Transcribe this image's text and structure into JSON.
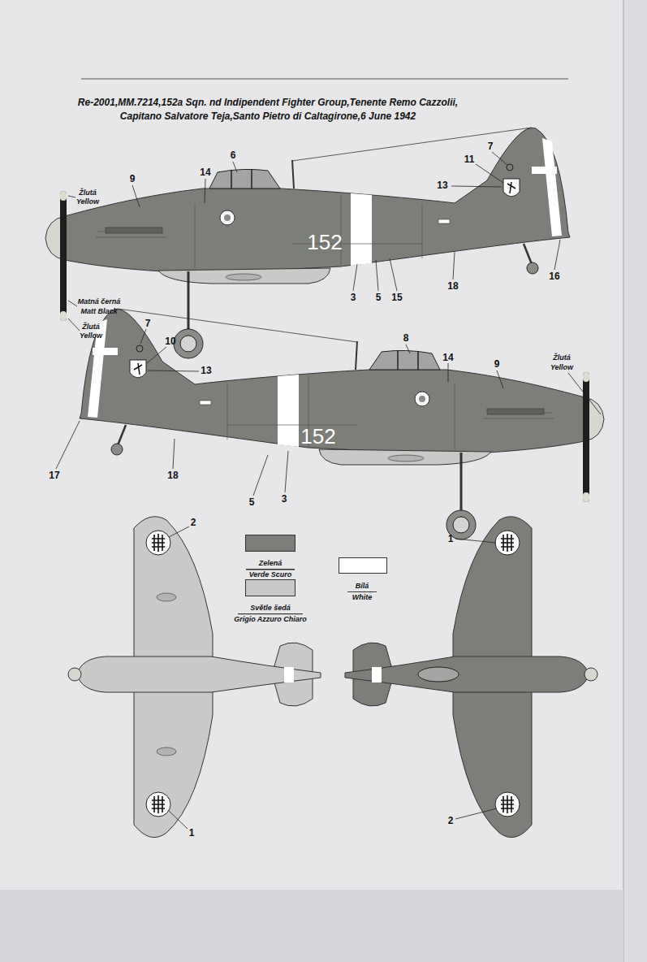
{
  "diagram": {
    "title": "Re-2001,MM.7214,152a Sqn. nd Indipendent Fighter Group,Tenente Remo Cazzolii, Capitano Salvatore Teja,Santo Pietro di Caltagirone,6 June 1942",
    "labels": [
      "Žlutá",
      "Yellow",
      "9",
      "14",
      "6",
      "7",
      "11",
      "13",
      "152",
      "3",
      "5",
      "15",
      "18",
      "16",
      "Matná černá",
      "Matt Black",
      "Žlutá",
      "Yellow",
      "Žlutá",
      "Yellow",
      "7",
      "10",
      "8",
      "14",
      "9",
      "13",
      "152",
      "17",
      "18",
      "5",
      "3",
      "2",
      "1",
      "1",
      "2"
    ],
    "legend": [
      {
        "text": "Zelená",
        "color": "#7b7e79"
      },
      {
        "text": "Verde Scuro",
        "color": "#7b7e79"
      },
      {
        "text": "Světle šedá",
        "color": "#c9cac8"
      },
      {
        "text": "Grigio Azzuro Chiaro",
        "color": "#c9cac8"
      },
      {
        "text": "Bílá",
        "color": "#ffffff"
      },
      {
        "text": "White",
        "color": "#ffffff"
      }
    ]
  }
}
